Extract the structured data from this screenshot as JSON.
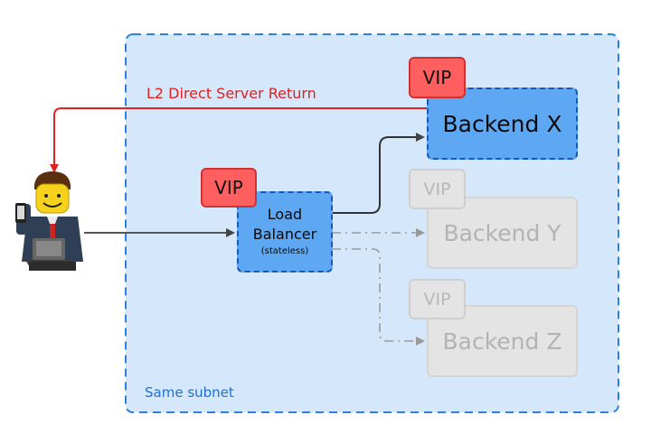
{
  "subnet": {
    "label": "Same subnet",
    "fill": "#d5e8fb",
    "border": "#2f7fe0"
  },
  "dsr": {
    "label": "L2 Direct Server Return",
    "color": "#e02020"
  },
  "load_balancer": {
    "line1": "Load",
    "line2": "Balancer",
    "note": "(stateless)"
  },
  "backends": [
    {
      "name": "Backend X",
      "vip": "VIP",
      "active": true
    },
    {
      "name": "Backend Y",
      "vip": "VIP",
      "active": false
    },
    {
      "name": "Backend Z",
      "vip": "VIP",
      "active": false
    }
  ],
  "lb_vip": "VIP",
  "colors": {
    "active_box": "#5ea7f2",
    "vip": "#ff5f5f",
    "inactive": "#e4e4e4",
    "arrow": "#444444"
  },
  "client": {
    "icon": "lego-person-with-phone-and-laptop-icon"
  }
}
